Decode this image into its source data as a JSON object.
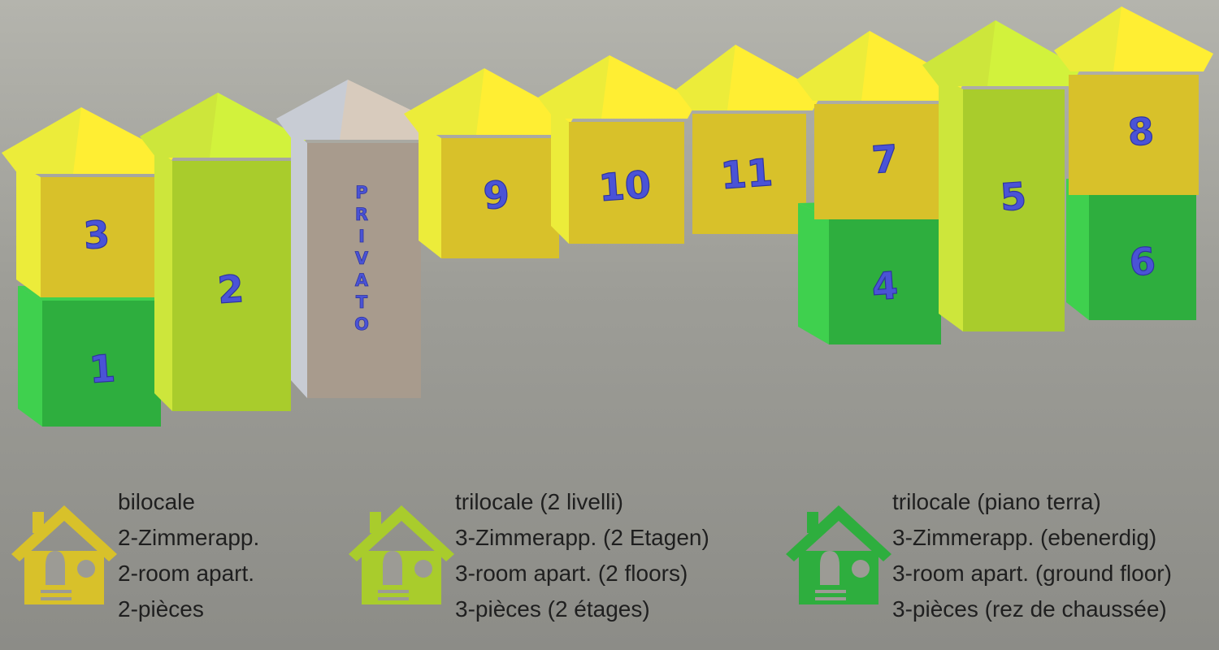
{
  "colors": {
    "bilocale": "#d8c12a",
    "bilocale_light": "#ecec3a",
    "bilocale_roof": "#ffee33",
    "trilocale_2_livelli": "#a9cc2c",
    "trilocale_2_livelli_light": "#cde63b",
    "trilocale_2_livelli_roof": "#d2f23c",
    "trilocale_piano_terra": "#2eae3e",
    "trilocale_piano_terra_light": "#3fd04e",
    "trilocale_piano_terra_roof": "#44ee5e",
    "privato": "#a89b8d",
    "privato_light": "#c8ccd4",
    "privato_roof": "#d8cbbd",
    "label": "#4a53d6",
    "legend_text": "#1f1f1f"
  },
  "units": [
    {
      "label": "1",
      "type": "trilocale_piano_terra"
    },
    {
      "label": "3",
      "type": "bilocale"
    },
    {
      "label": "2",
      "type": "trilocale_2_livelli"
    },
    {
      "label": "PRIVATO",
      "type": "privato"
    },
    {
      "label": "9",
      "type": "bilocale"
    },
    {
      "label": "10",
      "type": "bilocale"
    },
    {
      "label": "11",
      "type": "bilocale"
    },
    {
      "label": "4",
      "type": "trilocale_piano_terra"
    },
    {
      "label": "7",
      "type": "bilocale"
    },
    {
      "label": "5",
      "type": "trilocale_2_livelli"
    },
    {
      "label": "6",
      "type": "trilocale_piano_terra"
    },
    {
      "label": "8",
      "type": "bilocale"
    }
  ],
  "legend": [
    {
      "type": "bilocale",
      "icon": "house-icon",
      "lines": [
        "bilocale",
        "2-Zimmerapp.",
        "2-room apart.",
        "2-pièces"
      ]
    },
    {
      "type": "trilocale_2_livelli",
      "icon": "house-icon",
      "lines": [
        "trilocale (2 livelli)",
        "3-Zimmerapp. (2 Etagen)",
        "3-room apart. (2 floors)",
        "3-pièces (2 étages)"
      ]
    },
    {
      "type": "trilocale_piano_terra",
      "icon": "house-icon",
      "lines": [
        "trilocale (piano terra)",
        "3-Zimmerapp. (ebenerdig)",
        "3-room apart. (ground floor)",
        "3-pièces (rez de chaussée)"
      ]
    }
  ]
}
